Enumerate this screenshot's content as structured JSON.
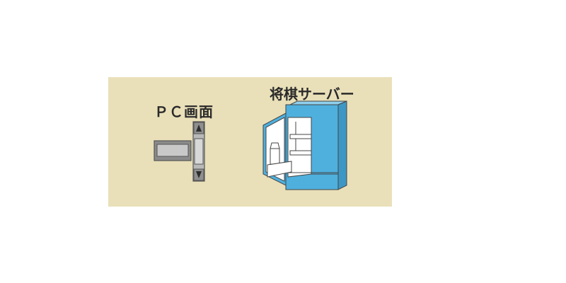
{
  "labels": {
    "pc_screen": "ＰＣ画面",
    "shogi_server": "将棋サーバー"
  },
  "colors": {
    "panel_bg": "#e9e0b9",
    "fridge_blue": "#4fb0de",
    "device_gray": "#8a8a8a",
    "text": "#2a2a2a"
  },
  "icons": {
    "pc": "computer-screen-with-scrollbar",
    "server": "refrigerator"
  }
}
